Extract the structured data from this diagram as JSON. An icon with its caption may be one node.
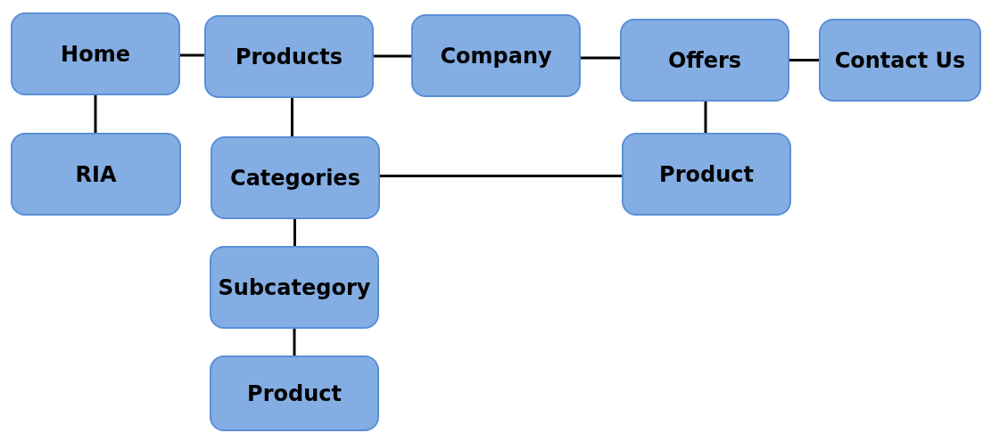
{
  "diagram": {
    "nodes": [
      {
        "text": [
          "Home"
        ]
      },
      {
        "text": [
          "Products"
        ]
      },
      {
        "text": [
          "Company"
        ]
      },
      {
        "text": [
          "Offers"
        ]
      },
      {
        "text": [
          "Contact Us"
        ]
      },
      {
        "text": [
          "RIA"
        ]
      },
      {
        "text": [
          "Categories"
        ]
      },
      {
        "text": [
          "Product"
        ]
      },
      {
        "text": [
          "Subcategory"
        ]
      },
      {
        "text": [
          "Product"
        ]
      }
    ],
    "edges": [
      {
        "from": 0,
        "to": 1,
        "arrow": "none"
      },
      {
        "from": 1,
        "to": 2,
        "arrow": "none"
      },
      {
        "from": 2,
        "to": 3,
        "arrow": "none"
      },
      {
        "from": 3,
        "to": 4,
        "arrow": "none"
      },
      {
        "from": 0,
        "to": 5,
        "arrow": "none"
      },
      {
        "from": 1,
        "to": 6,
        "arrow": "none"
      },
      {
        "from": 3,
        "to": 7,
        "arrow": "none"
      },
      {
        "from": 6,
        "to": 7,
        "arrow": "none"
      },
      {
        "from": 6,
        "to": 8,
        "arrow": "none"
      },
      {
        "from": 8,
        "to": 9,
        "arrow": "none"
      }
    ]
  }
}
